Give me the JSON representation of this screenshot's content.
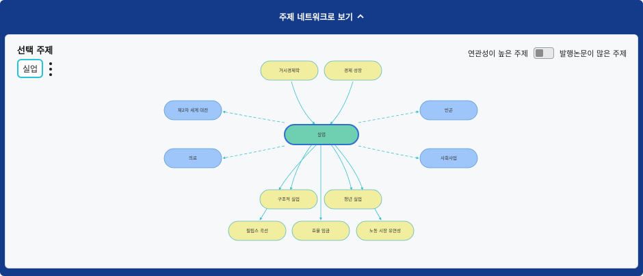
{
  "header": {
    "title": "주제 네트워크로 보기",
    "chevron_icon": "chevron-up-icon"
  },
  "selected": {
    "title": "선택 주제",
    "chip_label": "실업"
  },
  "toggle": {
    "left_label": "연관성이 높은 주제",
    "right_label": "발행논문이 많은 주제",
    "state": "off"
  },
  "colors": {
    "header_bg": "#143a8a",
    "center_fill": "#6fcfb1",
    "yellow_fill": "#f1ee9f",
    "blue_fill": "#9ec6fb",
    "edge": "#3bbfcf"
  },
  "network": {
    "center": "실업",
    "nodes": [
      "거시경제학",
      "경제 성장",
      "제2차 세계 대전",
      "빈곤",
      "의료",
      "사회사업",
      "구조적 실업",
      "청년 실업",
      "필립스 곡선",
      "효율 임금",
      "노동 시장 유연성"
    ]
  }
}
